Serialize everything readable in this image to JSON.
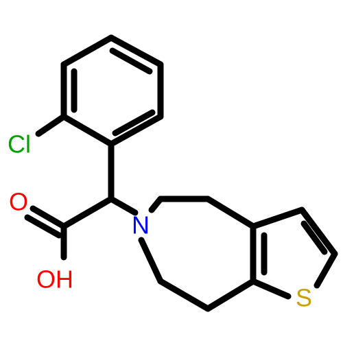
{
  "molecule": {
    "atoms": {
      "chlorine": {
        "text": "Cl",
        "color": "#00a000"
      },
      "carbonyl_oxygen": {
        "text": "O",
        "color": "#ff0000"
      },
      "hydroxyl": {
        "text": "OH",
        "color": "#ff0000"
      },
      "nitrogen": {
        "text": "N",
        "color": "#0000ff"
      },
      "sulfur": {
        "text": "S",
        "color": "#c8a000"
      }
    },
    "bond_color": "#000000"
  }
}
